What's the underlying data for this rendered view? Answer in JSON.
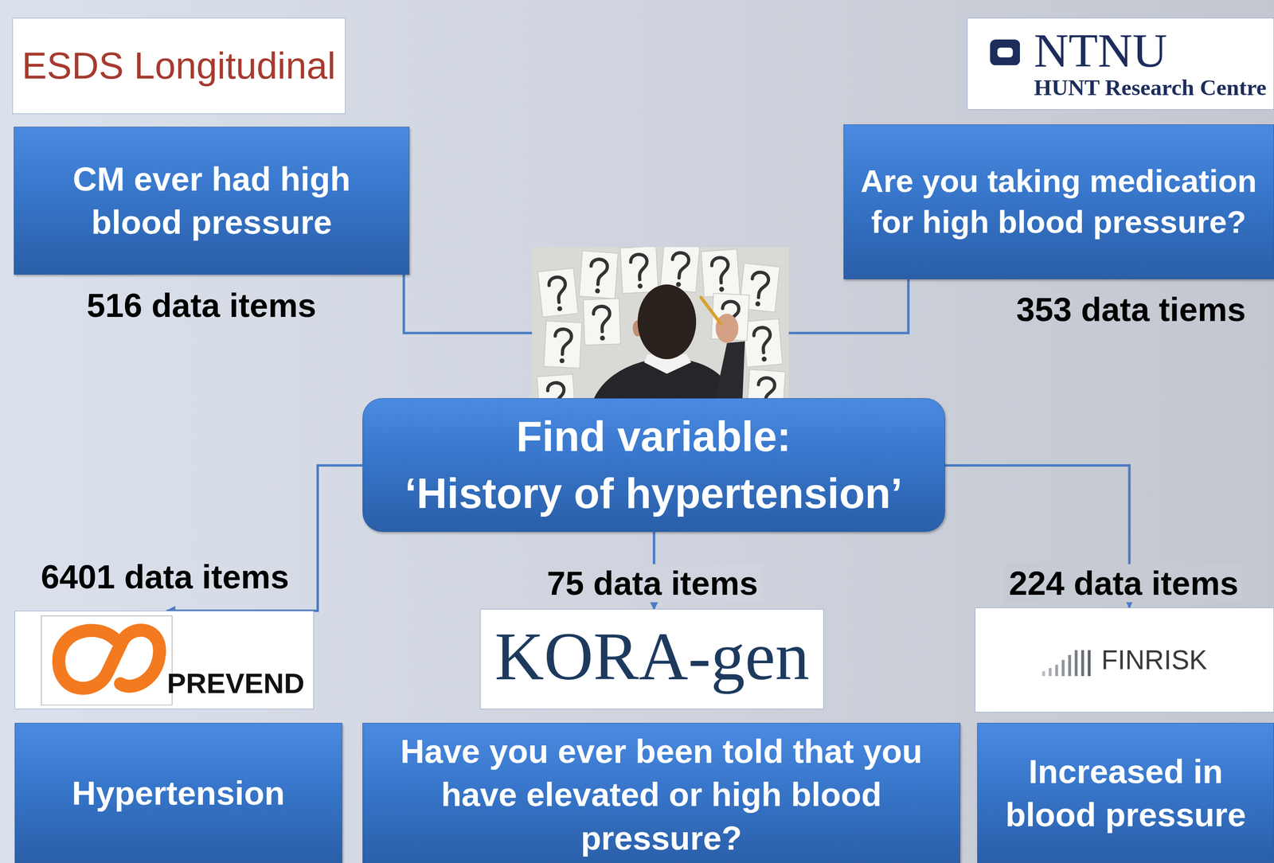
{
  "diagram": {
    "nodes": [
      {
        "text": [
          "ESDS Longitudinal"
        ]
      },
      {
        "text": [
          "NTNU",
          "HUNT Research Centre"
        ]
      },
      {
        "text": [
          "CM ever had high blood pressure"
        ]
      },
      {
        "text": [
          "Are you taking medication for high blood pressure?"
        ]
      },
      {
        "text": [
          "Find variable:",
          "‘History of hypertension’"
        ]
      },
      {
        "text": [
          "PREVEND"
        ]
      },
      {
        "text": [
          "KORA-gen"
        ]
      },
      {
        "text": [
          "FINRISK"
        ]
      },
      {
        "text": [
          "Hypertension"
        ]
      },
      {
        "text": [
          "Have you ever been told that you have elevated or high blood pressure?"
        ]
      },
      {
        "text": [
          "Increased in blood pressure"
        ]
      }
    ],
    "edges": [
      {
        "from": 4,
        "to": 2,
        "arrow": "none"
      },
      {
        "from": 4,
        "to": 3,
        "arrow": "none"
      },
      {
        "from": 4,
        "to": 5,
        "arrow": "to"
      },
      {
        "from": 4,
        "to": 6,
        "label": "75 data items",
        "arrow": "to"
      },
      {
        "from": 4,
        "to": 7,
        "label": "224 data items",
        "arrow": "to"
      }
    ],
    "labels": [
      "516 data items",
      "353 data tiems",
      "6401 data items"
    ]
  }
}
